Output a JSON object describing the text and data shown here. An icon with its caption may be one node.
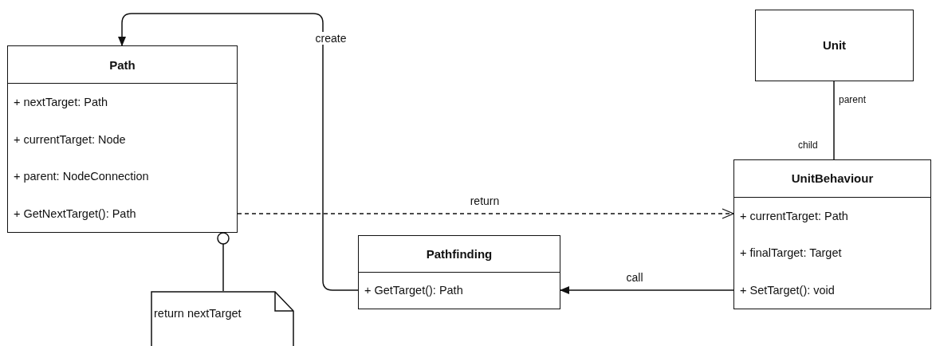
{
  "diagram": {
    "nodes": [
      {
        "text": [
          "Path",
          "+ nextTarget: Path",
          "+ currentTarget: Node",
          "+ parent: NodeConnection",
          "+ GetNextTarget(): Path"
        ]
      },
      {
        "text": [
          "Unit"
        ]
      },
      {
        "text": [
          "UnitBehaviour",
          "+ currentTarget: Path",
          "+ finalTarget: Target",
          "+ SetTarget(): void"
        ]
      },
      {
        "text": [
          "Pathfinding",
          "+ GetTarget(): Path"
        ]
      },
      {
        "text": [
          "return nextTarget"
        ]
      }
    ],
    "edges": [
      {
        "from": 3,
        "to": 0,
        "arrow": "to",
        "label": "create"
      },
      {
        "from": 0,
        "to": 2,
        "arrow": "to",
        "label": "return",
        "style": "dashed"
      },
      {
        "from": 2,
        "to": 3,
        "arrow": "to",
        "label": "call"
      },
      {
        "from": 1,
        "to": 2,
        "arrow": "none"
      },
      {
        "from": 4,
        "to": 0,
        "arrow": "other"
      }
    ],
    "labels": [
      "parent",
      "child"
    ]
  }
}
